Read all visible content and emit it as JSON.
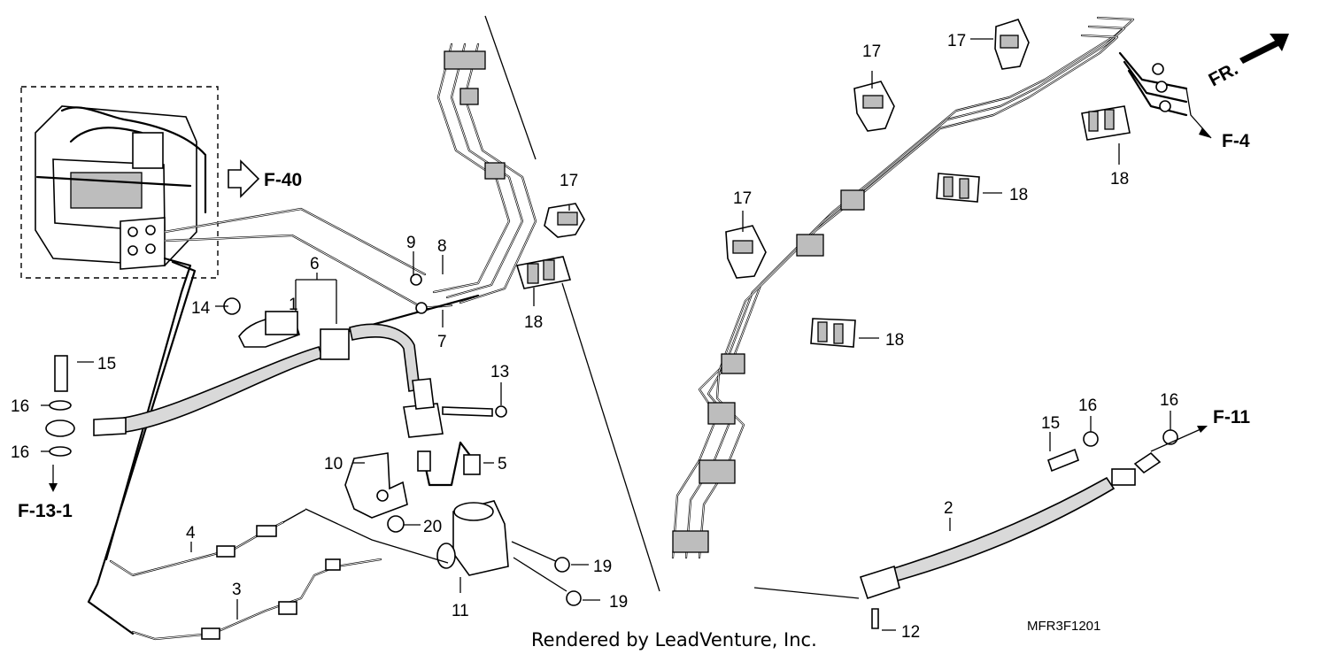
{
  "callouts": {
    "p1": "1",
    "p2": "2",
    "p3": "3",
    "p4": "4",
    "p5": "5",
    "p6": "6",
    "p7": "7",
    "p8": "8",
    "p9": "9",
    "p10": "10",
    "p11": "11",
    "p12": "12",
    "p13": "13",
    "p14": "14",
    "p15a": "15",
    "p15b": "15",
    "p16a": "16",
    "p16b": "16",
    "p16c": "16",
    "p16d": "16",
    "p17a": "17",
    "p17b": "17",
    "p17c": "17",
    "p17d": "17",
    "p18a": "18",
    "p18b": "18",
    "p18c": "18",
    "p18d": "18",
    "p19a": "19",
    "p19b": "19",
    "p20": "20"
  },
  "references": {
    "f40": "F-40",
    "f4": "F-4",
    "f11": "F-11",
    "f131": "F-13-1",
    "front": "FR."
  },
  "diagram_code": "MFR3F1201",
  "credit": "Rendered by LeadVenture, Inc."
}
